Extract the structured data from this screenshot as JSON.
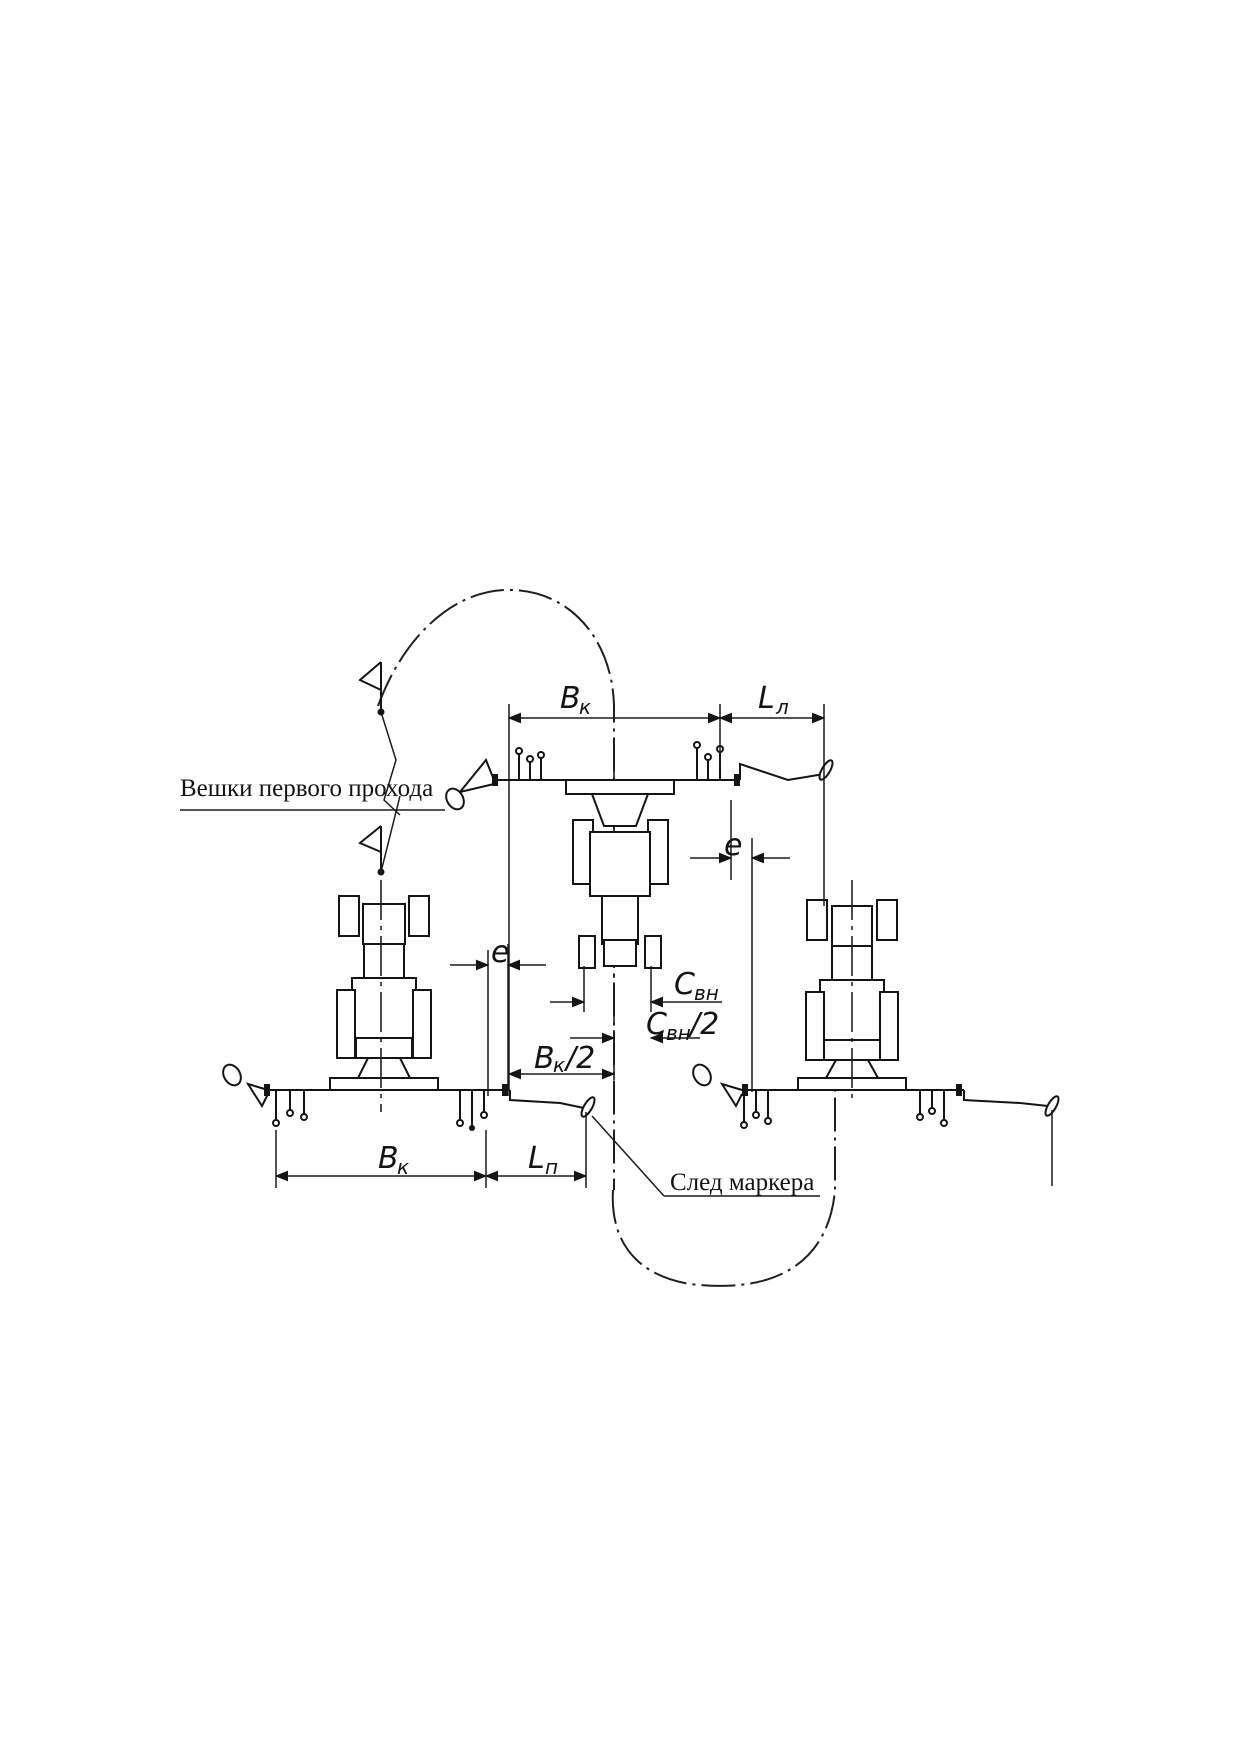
{
  "labels": {
    "first_pass_poles": "Вешки первого прохода",
    "marker_trace": "След маркера"
  },
  "dimensions": {
    "working_width_top": {
      "main": "B",
      "sub": "к"
    },
    "working_width_bottom": {
      "main": "B",
      "sub": "к"
    },
    "marker_left_top": {
      "main": "L",
      "sub": "л"
    },
    "marker_right_bottom": {
      "main": "L",
      "sub": "п"
    },
    "offset_top": "e",
    "offset_left": "e",
    "track_width": {
      "main": "C",
      "sub": "вн"
    },
    "track_half": {
      "main": "C",
      "sub": "вн",
      "suffix": "/2"
    },
    "width_half": {
      "main": "B",
      "sub": "к",
      "suffix": "/2"
    }
  },
  "icons": [
    "flag-icon",
    "tractor-icon",
    "seeder-icon",
    "marker-disc-icon"
  ]
}
